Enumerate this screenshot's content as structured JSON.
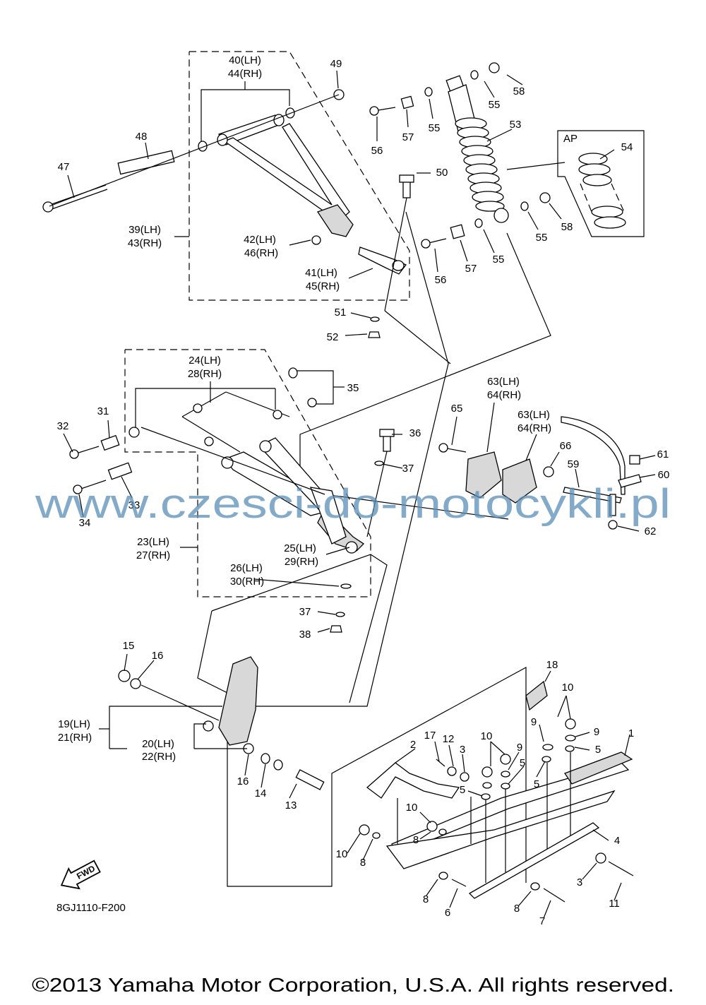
{
  "labels": {
    "l40": "40(LH)",
    "l44": "44(RH)",
    "l49": "49",
    "l58a": "58",
    "l55a": "55",
    "l55b": "55",
    "l56a": "56",
    "l57a": "57",
    "l53": "53",
    "l54": "54",
    "lAP": "AP",
    "l48": "48",
    "l47": "47",
    "l50": "50",
    "l39": "39(LH)",
    "l43": "43(RH)",
    "l42": "42(LH)",
    "l46": "46(RH)",
    "l41": "41(LH)",
    "l45": "45(RH)",
    "l55c": "55",
    "l58b": "58",
    "l56b": "56",
    "l57b": "57",
    "l55d": "55",
    "l51": "51",
    "l52": "52",
    "l24": "24(LH)",
    "l28": "28(RH)",
    "l35": "35",
    "l63a": "63(LH)",
    "l64a": "64(RH)",
    "l65": "65",
    "l63b": "63(LH)",
    "l64b": "64(RH)",
    "l31": "31",
    "l32": "32",
    "l36": "36",
    "l66": "66",
    "l61": "61",
    "l37a": "37",
    "l59": "59",
    "l60": "60",
    "l33": "33",
    "l34": "34",
    "l62": "62",
    "l23": "23(LH)",
    "l27": "27(RH)",
    "l25": "25(LH)",
    "l29": "29(RH)",
    "l26": "26(LH)",
    "l30": "30(RH)",
    "l37b": "37",
    "l38": "38",
    "l15": "15",
    "l16a": "16",
    "l18": "18",
    "l10a": "10",
    "l19": "19(LH)",
    "l21": "21(RH)",
    "l9a": "9",
    "l9b": "9",
    "l1": "1",
    "l17": "17",
    "l12": "12",
    "l3a": "3",
    "l10b": "10",
    "l9c": "9",
    "l5a": "5",
    "l20": "20(LH)",
    "l22": "22(RH)",
    "l2": "2",
    "l5b": "5",
    "l5c": "5",
    "l5d": "5",
    "l16b": "16",
    "l14": "14",
    "l13": "13",
    "l10c": "10",
    "l8a": "8",
    "l4": "4",
    "l10d": "10",
    "l8b": "8",
    "l3b": "3",
    "l11": "11",
    "l8c": "8",
    "l6": "6",
    "l8d": "8",
    "l7": "7"
  },
  "fwd_badge": "FWD",
  "diagram_code": "8GJ1110-F200",
  "watermark": "www.czesci-do-motocykli.pl",
  "copyright": "©2013 Yamaha Motor Corporation, U.S.A. All rights reserved."
}
